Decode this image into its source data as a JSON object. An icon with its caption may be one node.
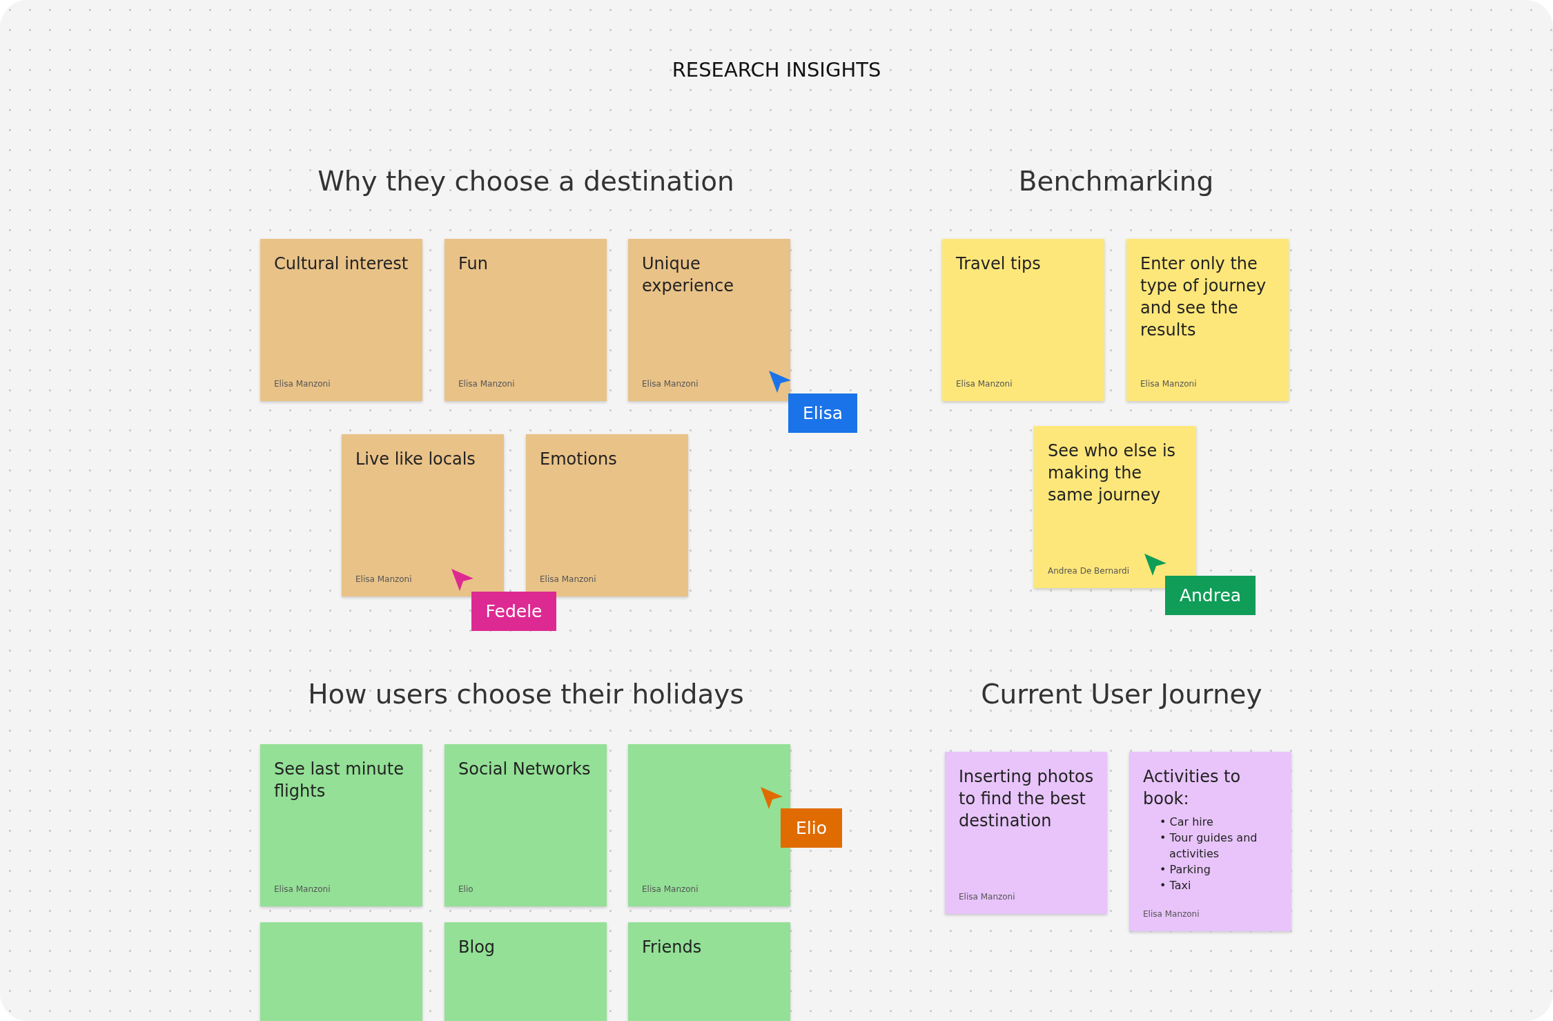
{
  "diagram": {
    "title": "RESEARCH INSIGHTS",
    "nodes": [
      {
        "text": [
          "Cultural interest",
          "Elisa Manzoni"
        ]
      },
      {
        "text": [
          "Fun",
          "Elisa Manzoni"
        ]
      },
      {
        "text": [
          "Unique experience",
          "Elisa Manzoni"
        ]
      },
      {
        "text": [
          "Live like locals",
          "Elisa Manzoni"
        ]
      },
      {
        "text": [
          "Emotions",
          "Elisa Manzoni"
        ]
      },
      {
        "text": [
          "Elisa"
        ]
      },
      {
        "text": [
          "Fedele"
        ]
      },
      {
        "text": [
          "Travel tips",
          "Elisa Manzoni"
        ]
      },
      {
        "text": [
          "Enter only the type of journey and see the results",
          "Elisa Manzoni"
        ]
      },
      {
        "text": [
          "See who else is making the same journey",
          "Andrea De Bernardi"
        ]
      },
      {
        "text": [
          "Andrea"
        ]
      },
      {
        "text": [
          "See last minute flights",
          "Elisa Manzoni"
        ]
      },
      {
        "text": [
          "Social Networks",
          "Elio"
        ]
      },
      {
        "text": [
          "Elisa Manzoni"
        ]
      },
      {
        "text": [],
        "shape": "box"
      },
      {
        "text": [
          "Blog"
        ]
      },
      {
        "text": [
          "Friends"
        ]
      },
      {
        "text": [
          "Elio"
        ]
      },
      {
        "text": [
          "Inserting photos to find the best destination",
          "Elisa Manzoni"
        ]
      },
      {
        "text": [
          "Activities to book:",
          "• Car hire",
          "• Tour guides and activities",
          "• Parking",
          "• Taxi",
          "Elisa Manzoni"
        ]
      }
    ],
    "edges": [],
    "labels": [
      "Why they choose a destination",
      "Benchmarking",
      "How users choose their holidays",
      "Current User Journey"
    ]
  }
}
